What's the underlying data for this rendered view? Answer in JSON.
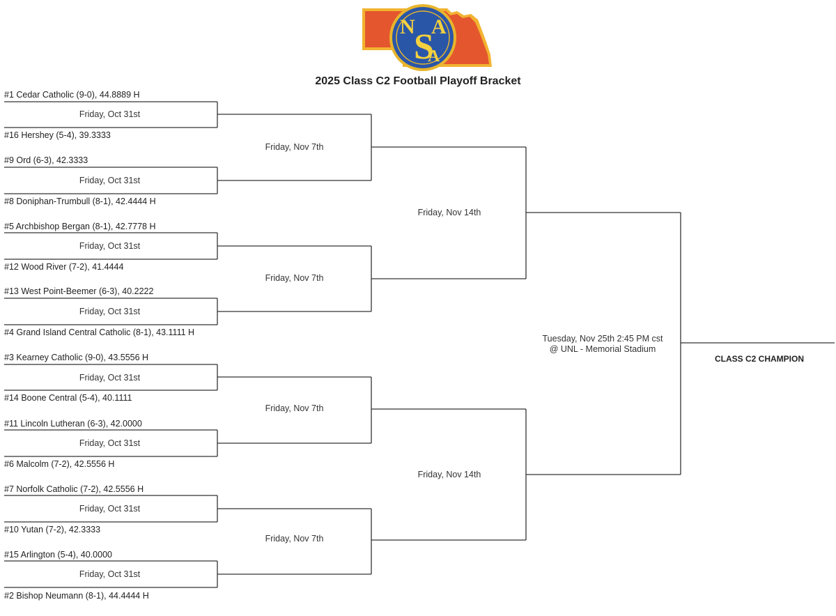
{
  "header": {
    "logo_text": "NSAA",
    "logo_colors": {
      "map": "#e4572e",
      "map_edge": "#f2b330",
      "seal": "#2a56a8",
      "seal_ring": "#e8b52c",
      "letters": "#f4d03f"
    },
    "title": "2025 Class C2 Football Playoff Bracket"
  },
  "round1": {
    "date_label": "Friday, Oct 31st",
    "teams": [
      "#1 Cedar Catholic (9-0), 44.8889 H",
      "#16 Hershey (5-4), 39.3333",
      "#9 Ord (6-3), 42.3333",
      "#8 Doniphan-Trumbull (8-1), 42.4444 H",
      "#5 Archbishop Bergan (8-1), 42.7778 H",
      "#12 Wood River (7-2), 41.4444",
      "#13 West Point-Beemer (6-3), 40.2222",
      "#4 Grand Island Central Catholic (8-1), 43.1111 H",
      "#3 Kearney Catholic (9-0), 43.5556 H",
      "#14 Boone Central (5-4), 40.1111",
      "#11 Lincoln Lutheran (6-3), 42.0000",
      "#6 Malcolm (7-2), 42.5556 H",
      "#7 Norfolk Catholic (7-2), 42.5556 H",
      "#10 Yutan (7-2), 42.3333",
      "#15 Arlington (5-4), 40.0000",
      "#2 Bishop Neumann (8-1), 44.4444 H"
    ]
  },
  "round2": {
    "date_label": "Friday, Nov 7th"
  },
  "round3": {
    "date_label": "Friday, Nov 14th"
  },
  "final": {
    "date_line1": "Tuesday, Nov 25th 2:45 PM cst",
    "date_line2": "@ UNL - Memorial Stadium"
  },
  "champion_label": "CLASS C2 CHAMPION"
}
